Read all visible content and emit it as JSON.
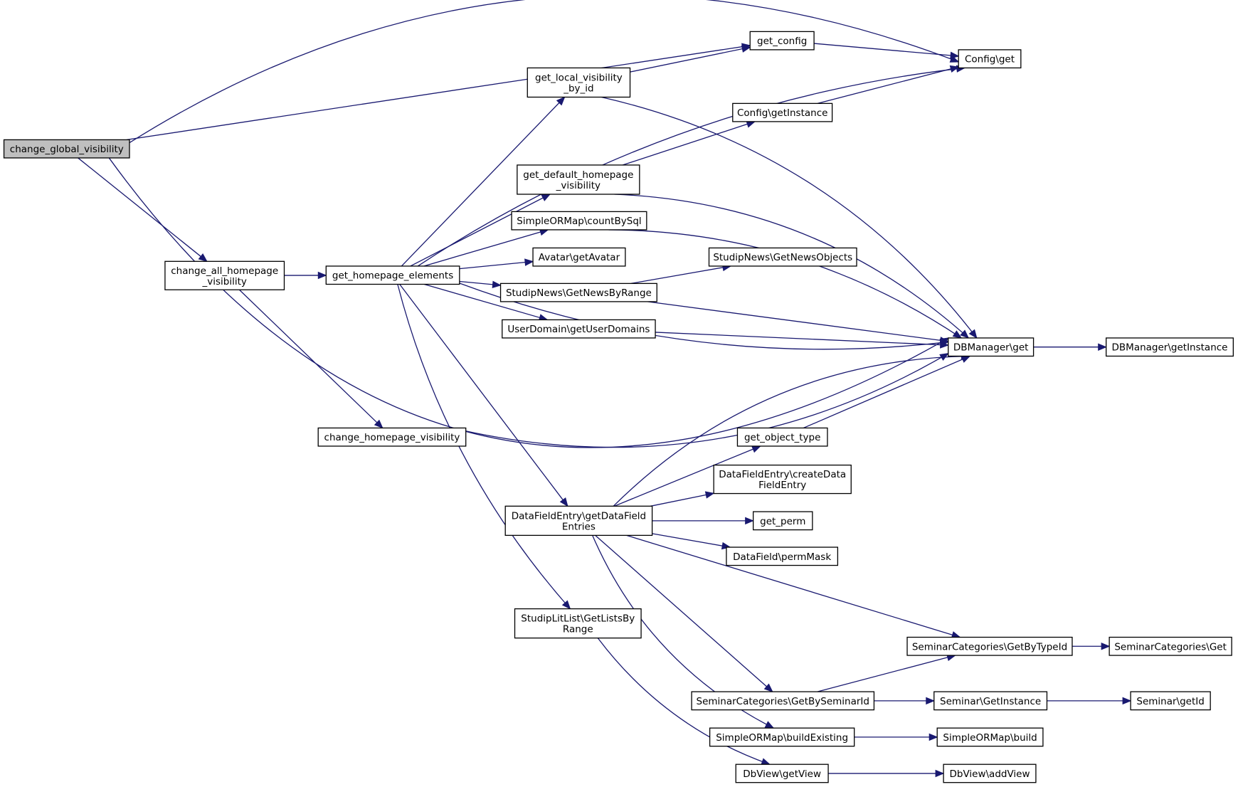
{
  "graph": {
    "title": "",
    "nodes": [
      {
        "id": "cgv",
        "lines": [
          "change_global_visibility"
        ],
        "highlight": true
      },
      {
        "id": "cahv",
        "lines": [
          "change_all_homepage",
          "_visibility"
        ]
      },
      {
        "id": "ghe",
        "lines": [
          "get_homepage_elements"
        ]
      },
      {
        "id": "chv",
        "lines": [
          "change_homepage_visibility"
        ]
      },
      {
        "id": "glv",
        "lines": [
          "get_local_visibility",
          "_by_id"
        ]
      },
      {
        "id": "gcfg",
        "lines": [
          "get_config"
        ]
      },
      {
        "id": "cget",
        "lines": [
          "Config\\get"
        ]
      },
      {
        "id": "cgi",
        "lines": [
          "Config\\getInstance"
        ]
      },
      {
        "id": "gdhv",
        "lines": [
          "get_default_homepage",
          "_visibility"
        ]
      },
      {
        "id": "socbs",
        "lines": [
          "SimpleORMap\\countBySql"
        ]
      },
      {
        "id": "avga",
        "lines": [
          "Avatar\\getAvatar"
        ]
      },
      {
        "id": "sngno",
        "lines": [
          "StudipNews\\GetNewsObjects"
        ]
      },
      {
        "id": "sngnbr",
        "lines": [
          "StudipNews\\GetNewsByRange"
        ]
      },
      {
        "id": "udgud",
        "lines": [
          "UserDomain\\getUserDomains"
        ]
      },
      {
        "id": "dbg",
        "lines": [
          "DBManager\\get"
        ]
      },
      {
        "id": "dbgi",
        "lines": [
          "DBManager\\getInstance"
        ]
      },
      {
        "id": "got",
        "lines": [
          "get_object_type"
        ]
      },
      {
        "id": "dfecdfe",
        "lines": [
          "DataFieldEntry\\createData",
          "FieldEntry"
        ]
      },
      {
        "id": "dfegdfe",
        "lines": [
          "DataFieldEntry\\getDataField",
          "Entries"
        ]
      },
      {
        "id": "gperm",
        "lines": [
          "get_perm"
        ]
      },
      {
        "id": "dfpm",
        "lines": [
          "DataField\\permMask"
        ]
      },
      {
        "id": "sllglbr",
        "lines": [
          "StudipLitList\\GetListsBy",
          "Range"
        ]
      },
      {
        "id": "scgbti",
        "lines": [
          "SeminarCategories\\GetByTypeId"
        ]
      },
      {
        "id": "scg",
        "lines": [
          "SeminarCategories\\Get"
        ]
      },
      {
        "id": "scgbsi",
        "lines": [
          "SeminarCategories\\GetBySeminarId"
        ]
      },
      {
        "id": "sgi",
        "lines": [
          "Seminar\\GetInstance"
        ]
      },
      {
        "id": "sgid",
        "lines": [
          "Seminar\\getId"
        ]
      },
      {
        "id": "sobe",
        "lines": [
          "SimpleORMap\\buildExisting"
        ]
      },
      {
        "id": "sob",
        "lines": [
          "SimpleORMap\\build"
        ]
      },
      {
        "id": "dvgv",
        "lines": [
          "DbView\\getView"
        ]
      },
      {
        "id": "dvav",
        "lines": [
          "DbView\\addView"
        ]
      }
    ],
    "edges": [
      [
        "cgv",
        "cget"
      ],
      [
        "cgv",
        "gcfg"
      ],
      [
        "cgv",
        "cahv"
      ],
      [
        "cgv",
        "dbg"
      ],
      [
        "cahv",
        "ghe"
      ],
      [
        "cahv",
        "chv"
      ],
      [
        "ghe",
        "glv"
      ],
      [
        "ghe",
        "cget"
      ],
      [
        "ghe",
        "gdhv"
      ],
      [
        "ghe",
        "socbs"
      ],
      [
        "ghe",
        "avga"
      ],
      [
        "ghe",
        "sngnbr"
      ],
      [
        "ghe",
        "udgud"
      ],
      [
        "ghe",
        "dbg"
      ],
      [
        "ghe",
        "dfegdfe"
      ],
      [
        "ghe",
        "sllglbr"
      ],
      [
        "glv",
        "gcfg"
      ],
      [
        "glv",
        "dbg"
      ],
      [
        "gcfg",
        "cget"
      ],
      [
        "cgi",
        "cget"
      ],
      [
        "gdhv",
        "cgi"
      ],
      [
        "gdhv",
        "dbg"
      ],
      [
        "socbs",
        "dbg"
      ],
      [
        "sngnbr",
        "sngno"
      ],
      [
        "sngnbr",
        "dbg"
      ],
      [
        "udgud",
        "dbg"
      ],
      [
        "dbg",
        "dbgi"
      ],
      [
        "chv",
        "dbg"
      ],
      [
        "got",
        "dbg"
      ],
      [
        "dfegdfe",
        "dbg"
      ],
      [
        "dfegdfe",
        "got"
      ],
      [
        "dfegdfe",
        "dfecdfe"
      ],
      [
        "dfegdfe",
        "gperm"
      ],
      [
        "dfegdfe",
        "dfpm"
      ],
      [
        "dfegdfe",
        "scgbti"
      ],
      [
        "dfegdfe",
        "scgbsi"
      ],
      [
        "dfegdfe",
        "sobe"
      ],
      [
        "sllglbr",
        "dvgv"
      ],
      [
        "scgbti",
        "scg"
      ],
      [
        "scgbsi",
        "scgbti"
      ],
      [
        "scgbsi",
        "sgi"
      ],
      [
        "sgi",
        "sgid"
      ],
      [
        "sobe",
        "sob"
      ],
      [
        "dvgv",
        "dvav"
      ]
    ]
  }
}
